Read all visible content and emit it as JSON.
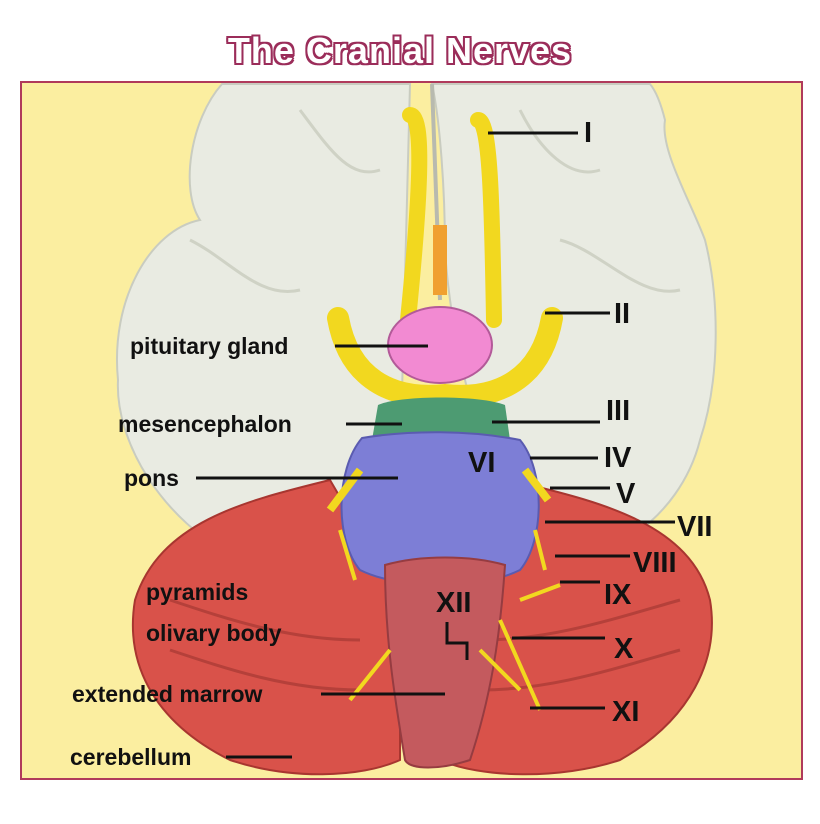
{
  "title": "The Cranial Nerves",
  "colors": {
    "background": "#fbeea0",
    "frame": "#b03a5b",
    "cerebrum": "#e9ebe2",
    "cerebellum": "#d9524a",
    "pons": "#7d7ed6",
    "mesencephalon": "#4d9b72",
    "pituitary": "#f28ad2",
    "nerve": "#f2d81f",
    "medulla": "#c45a5e"
  },
  "labels": {
    "pituitary_gland": "pituitary gland",
    "mesencephalon": "mesencephalon",
    "pons": "pons",
    "pyramids": "pyramids",
    "olivary_body": "olivary body",
    "extended_marrow": "extended marrow",
    "cerebellum": "cerebellum"
  },
  "nerves": {
    "I": "I",
    "II": "II",
    "III": "III",
    "IV": "IV",
    "V": "V",
    "VI": "VI",
    "VII": "VII",
    "VIII": "VIII",
    "IX": "IX",
    "X": "X",
    "XI": "XI",
    "XII": "XII"
  }
}
